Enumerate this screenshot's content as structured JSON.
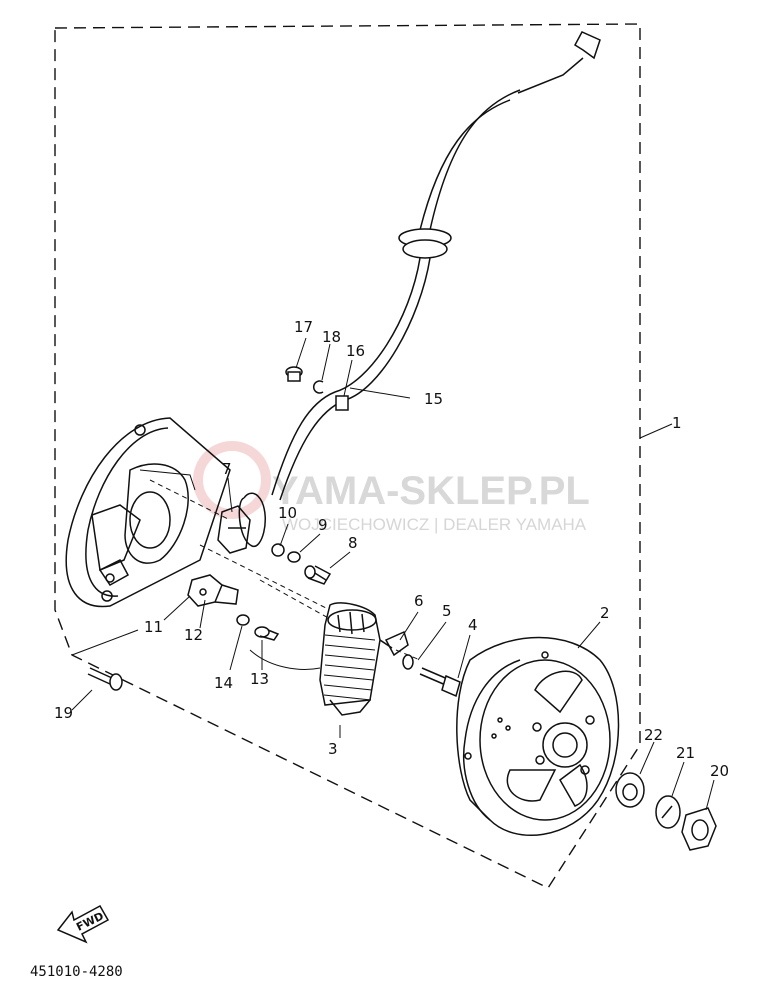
{
  "diagram": {
    "part_labels": [
      "1",
      "2",
      "3",
      "4",
      "5",
      "6",
      "7",
      "8",
      "9",
      "10",
      "11",
      "12",
      "13",
      "14",
      "15",
      "16",
      "17",
      "18",
      "19",
      "20",
      "21",
      "22"
    ],
    "watermark_main": "YAMA-SKLEP.PL",
    "watermark_sub": "WOJCIECHOWICZ | DEALER YAMAHA",
    "direction_label": "FWD",
    "diagram_code": "451010-4280"
  }
}
